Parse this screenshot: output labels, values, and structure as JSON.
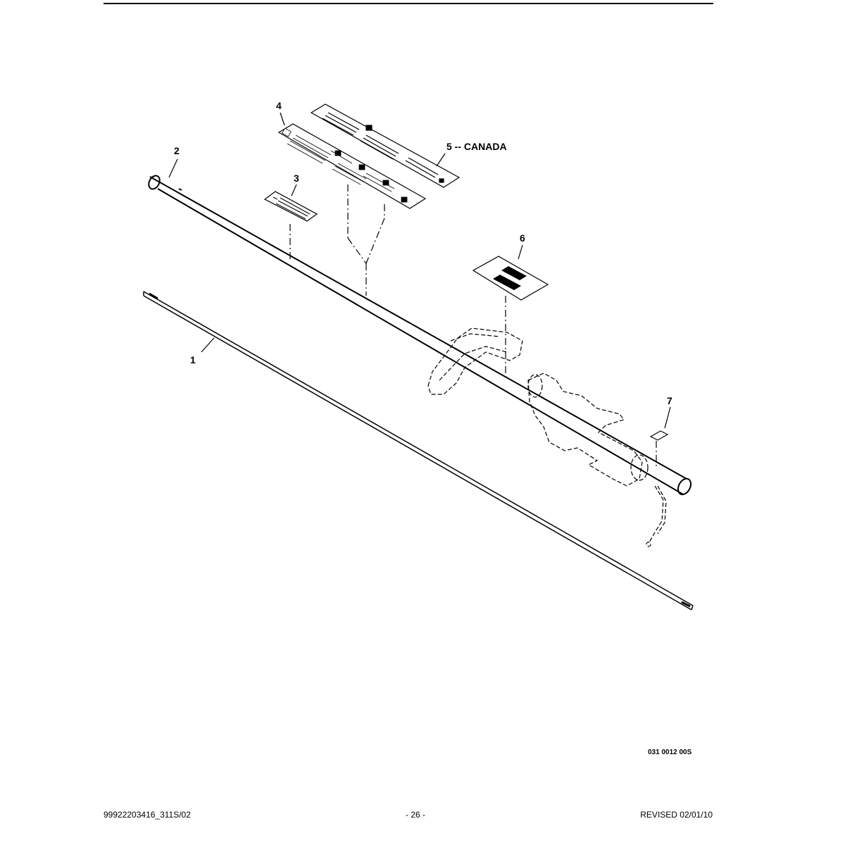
{
  "callouts": [
    {
      "id": "1",
      "label": "1"
    },
    {
      "id": "2",
      "label": "2"
    },
    {
      "id": "3",
      "label": "3"
    },
    {
      "id": "4",
      "label": "4"
    },
    {
      "id": "5",
      "label": "5 -- CANADA"
    },
    {
      "id": "6",
      "label": "6"
    },
    {
      "id": "7",
      "label": "7"
    }
  ],
  "drawing_code": "031 0012 00S",
  "footer": {
    "left": "99922203416_311S/02",
    "center": "- 26 -",
    "right": "REVISED 02/01/10"
  }
}
